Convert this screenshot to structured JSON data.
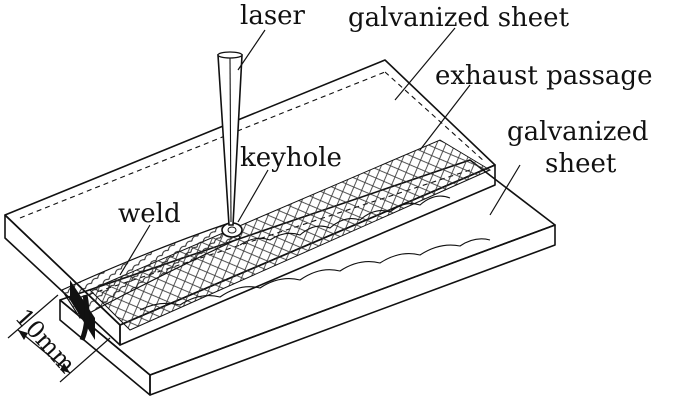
{
  "labels": {
    "laser": "laser",
    "galvanized_sheet_top": "galvanized sheet",
    "exhaust_passage": "exhaust passage",
    "galvanized_sheet_right_line1": "galvanized",
    "galvanized_sheet_right_line2": "sheet",
    "keyhole": "keyhole",
    "weld": "weld",
    "dimension": "10mm"
  },
  "icons": {
    "laser_beam": "laser-beam-icon",
    "weld_seam": "weld-seam-icon",
    "exhaust_mesh": "exhaust-mesh-icon"
  }
}
